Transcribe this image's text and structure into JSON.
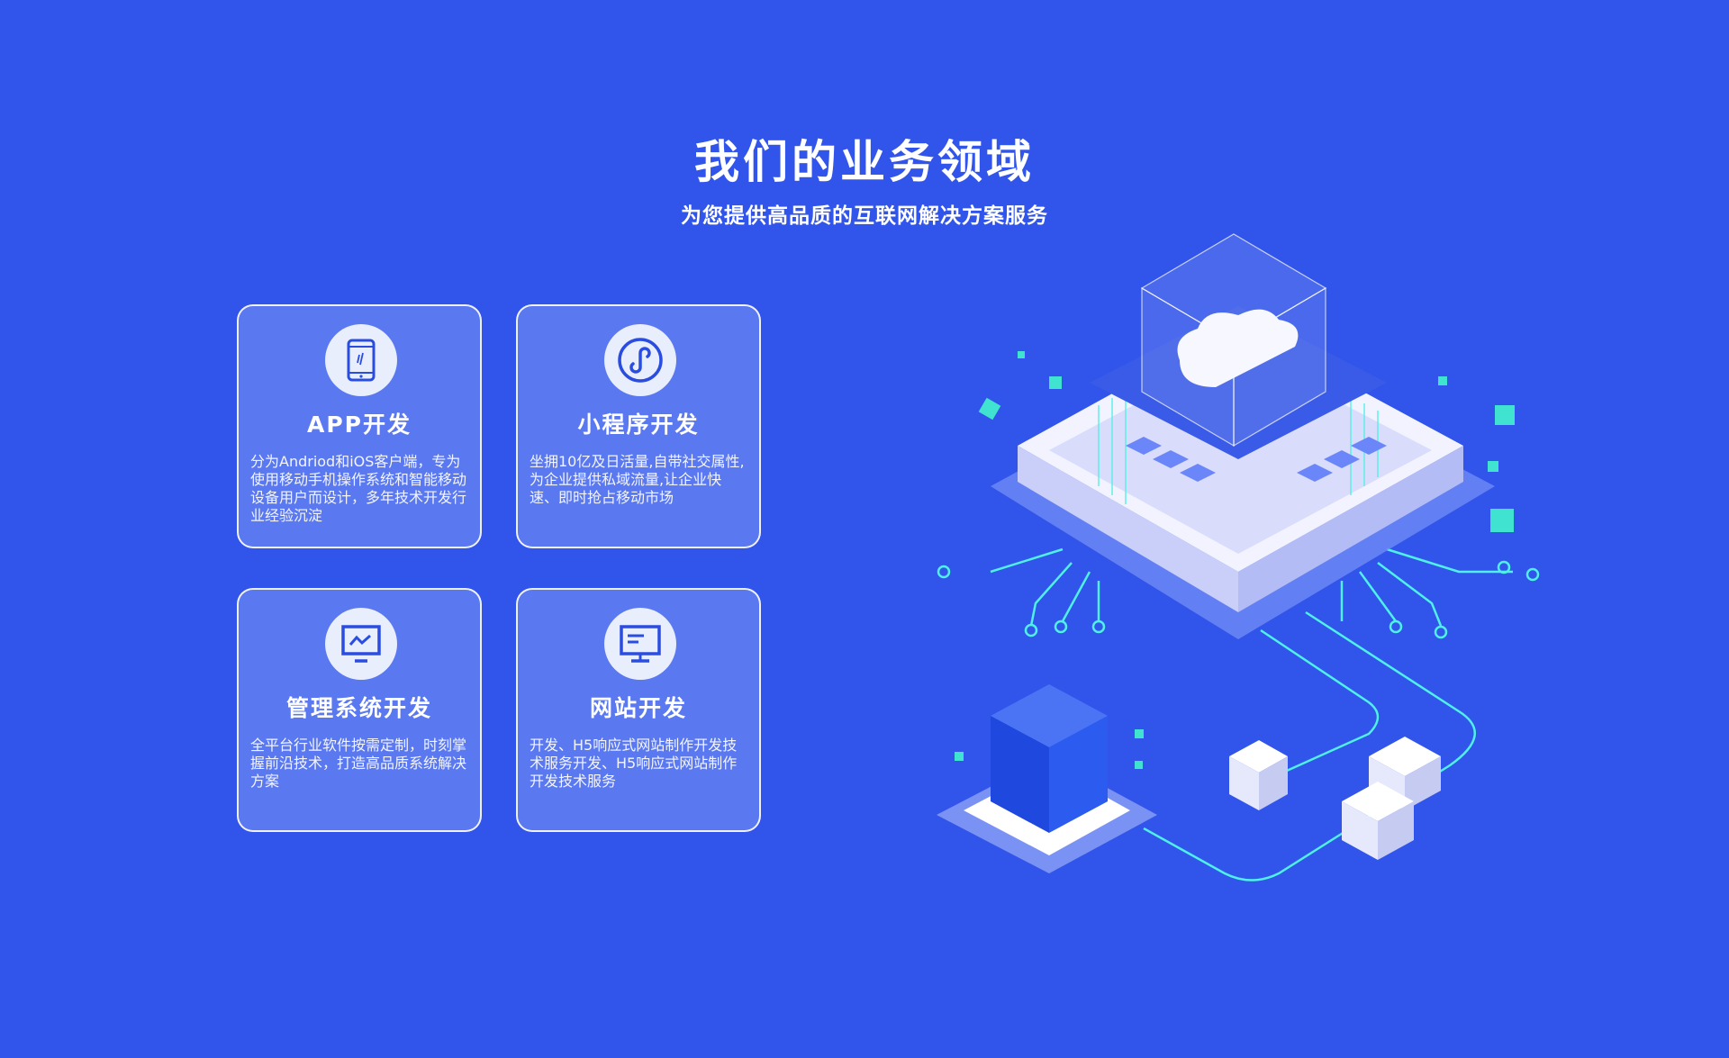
{
  "header": {
    "title": "我们的业务领域",
    "subtitle": "为您提供高品质的互联网解决方案服务"
  },
  "cards": [
    {
      "icon": "mobile-phone-icon",
      "title": "APP开发",
      "description": "分为Andriod和iOS客户端，专为使用移动手机操作系统和智能移动设备用户而设计，多年技术开发行业经验沉淀"
    },
    {
      "icon": "mini-program-icon",
      "title": "小程序开发",
      "description": "坐拥10亿及日活量,自带社交属性,为企业提供私域流量,让企业快速、即时抢占移动市场"
    },
    {
      "icon": "monitor-chart-icon",
      "title": "管理系统开发",
      "description": "全平台行业软件按需定制，时刻掌握前沿技术，打造高品质系统解决方案"
    },
    {
      "icon": "monitor-website-icon",
      "title": "网站开发",
      "description": "开发、H5响应式网站制作开发技术服务开发、H5响应式网站制作开发技术服务"
    }
  ],
  "colors": {
    "background": "#3155ea",
    "card": "#5a78f0",
    "icon": "#2a4de0",
    "accent": "#4ff0e6"
  }
}
